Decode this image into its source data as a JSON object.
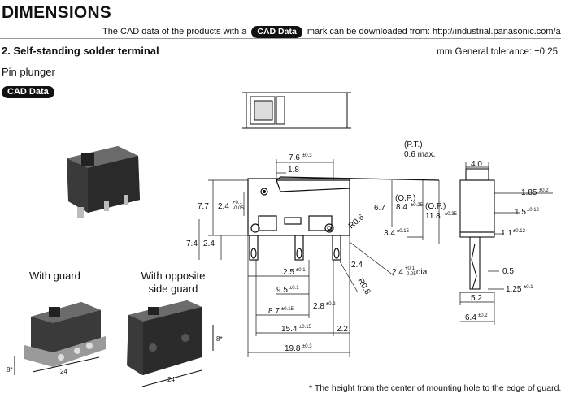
{
  "header": {
    "title": "DIMENSIONS",
    "cad_note_before": "The CAD data of the products with a",
    "cad_badge": "CAD Data",
    "cad_note_after": "mark can be downloaded from: http://industrial.panasonic.com/ac/e"
  },
  "section": {
    "title": "2. Self-standing solder terminal",
    "tolerance": "mm General tolerance: ±0.25",
    "subtitle": "Pin plunger",
    "cad_badge": "CAD Data"
  },
  "photos": {
    "with_guard": "With guard",
    "opposite_line1": "With opposite",
    "opposite_line2": "side guard",
    "dim_8a": "8*",
    "dim_24a": "24",
    "dim_8b": "8*",
    "dim_24b": "24"
  },
  "front_view": {
    "pt": "(P.T.)",
    "pt_val": "0.6 max.",
    "d76": "7.6",
    "d76_tol": "±0.3",
    "d18": "1.8",
    "d77": "7.7",
    "d24a": "2.4",
    "d24a_tol_top": "+0.1",
    "d24a_tol_bot": "-0.05",
    "d67": "6.7",
    "op1": "(O.P.)",
    "op1_val": "8.4",
    "op1_tol": "±0.25",
    "op2": "(O.P.)",
    "op2_val": "11.8",
    "op2_tol": "±0.35",
    "r06": "R0.6",
    "d34": "3.4",
    "d34_tol": "±0.15",
    "d74": "7.4",
    "d24b": "2.4",
    "d24c": "2.4",
    "d25": "2.5",
    "d25_tol": "±0.1",
    "hole": "2.4",
    "hole_tol_top": "+0.1",
    "hole_tol_bot": "-0.05",
    "hole_suffix": " dia.",
    "d95": "9.5",
    "d95_tol": "±0.1",
    "r08": "R0.8",
    "d28": "2.8",
    "d28_tol": "±0.2",
    "d87": "8.7",
    "d87_tol": "±0.15",
    "d154": "15.4",
    "d154_tol": "±0.15",
    "d22": "2.2",
    "d198": "19.8",
    "d198_tol": "±0.3"
  },
  "side_view": {
    "d40": "4.0",
    "d185": "1.85",
    "d185_tol": "±0.2",
    "d15": "1.5",
    "d15_tol": "±0.12",
    "d11": "1.1",
    "d11_tol": "±0.12",
    "d05": "0.5",
    "d125": "1.25",
    "d125_tol": "±0.1",
    "d52": "5.2",
    "d64": "6.4",
    "d64_tol": "±0.2"
  },
  "footnote": "* The height from the center of mounting hole to the edge of guard."
}
